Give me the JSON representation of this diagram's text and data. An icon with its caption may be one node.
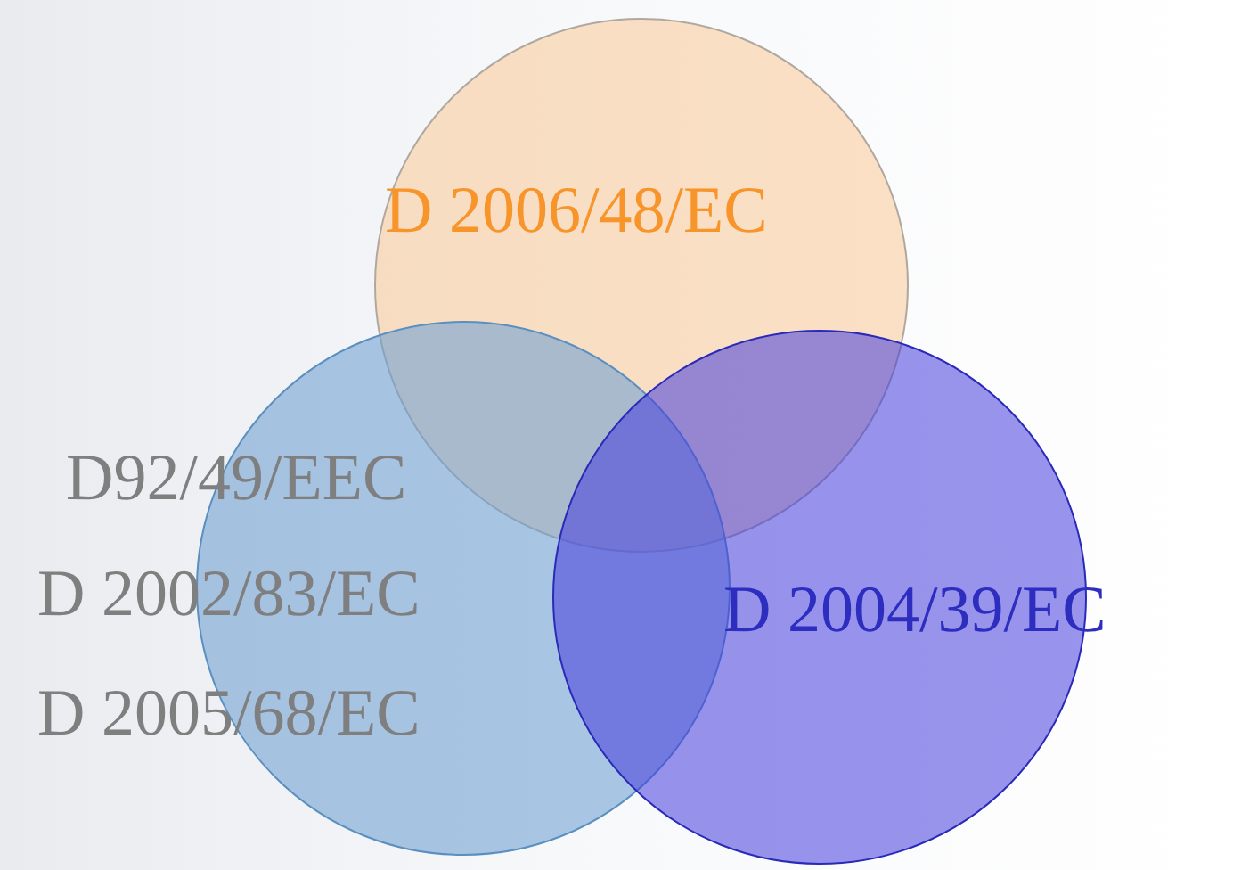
{
  "diagram": {
    "nodes": [
      {
        "text": [
          "D 2006/48/EC"
        ]
      },
      {
        "text": [
          "D92/49/EEC",
          "D 2002/83/EC",
          "D 2005/68/EC"
        ]
      },
      {
        "text": [
          "D 2004/39/EC"
        ]
      }
    ]
  }
}
